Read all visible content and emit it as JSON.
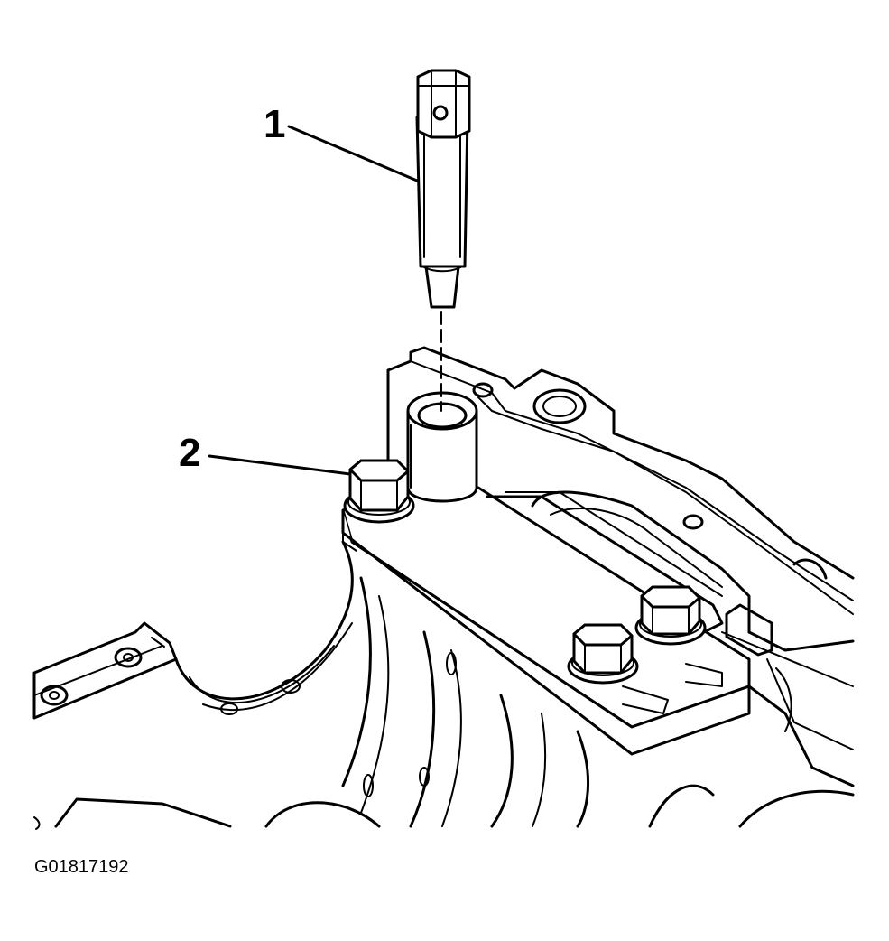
{
  "callouts": [
    {
      "id": "1",
      "label": "1"
    },
    {
      "id": "2",
      "label": "2"
    }
  ],
  "figure_id": "G01817192",
  "colors": {
    "ink": "#000000",
    "paper": "#ffffff"
  }
}
